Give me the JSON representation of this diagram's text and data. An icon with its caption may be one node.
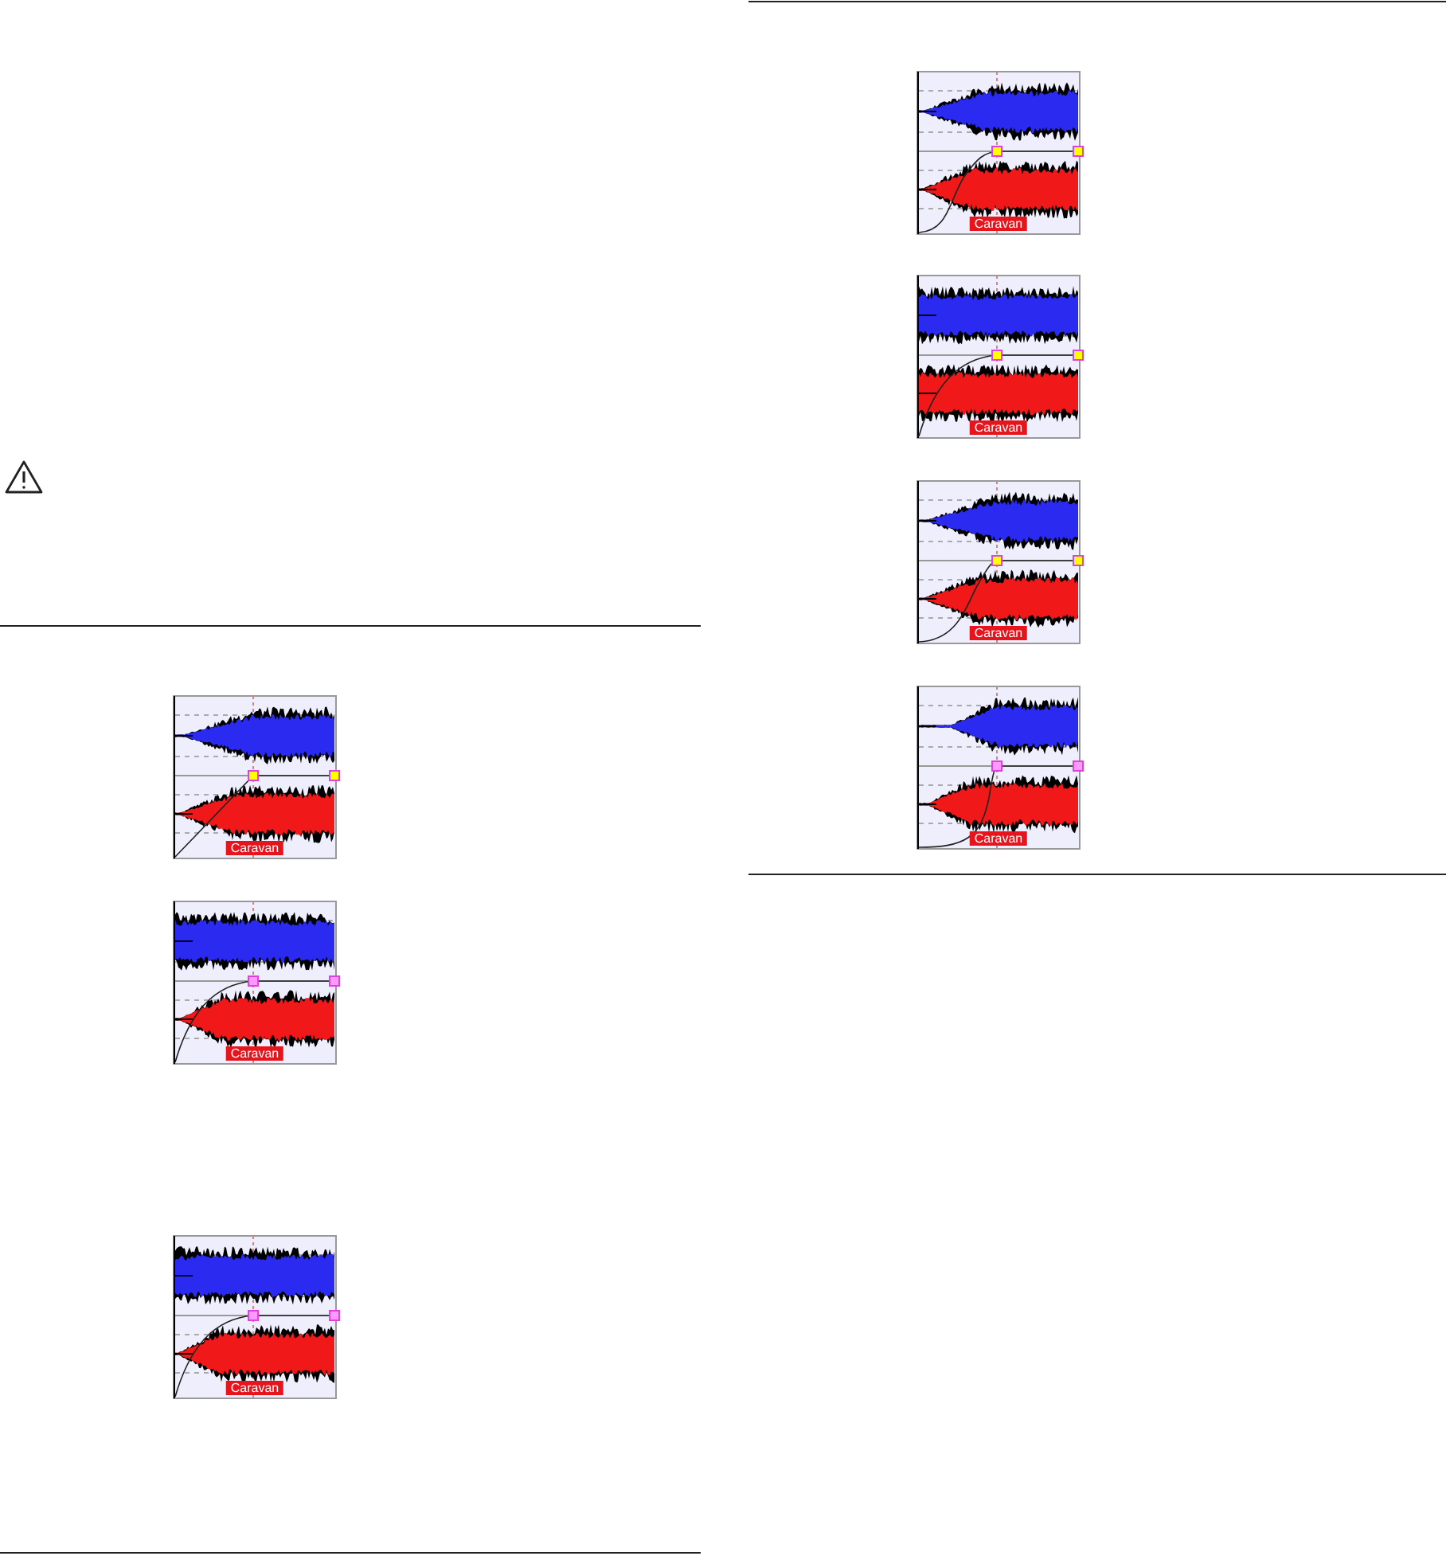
{
  "diagram": {
    "labels": [
      "Caravan",
      "Caravan",
      "Caravan",
      "Caravan",
      "Caravan",
      "Caravan",
      "Caravan"
    ]
  }
}
